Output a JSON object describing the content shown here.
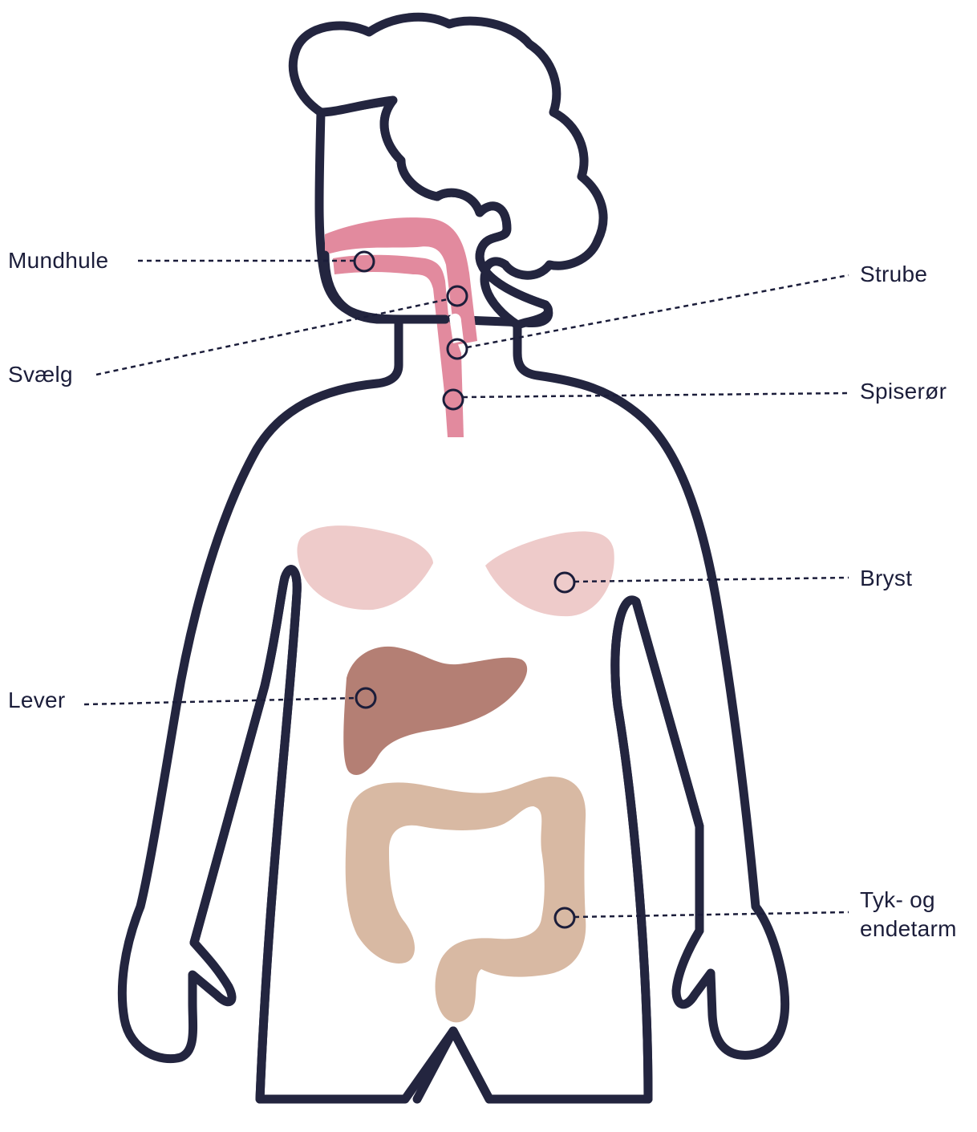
{
  "labels": {
    "mouth": "Mundhule",
    "pharynx": "Svælg",
    "larynx": "Strube",
    "esophagus": "Spiserør",
    "breast": "Bryst",
    "liver": "Lever",
    "colon_line1": "Tyk- og",
    "colon_line2": "endetarm"
  },
  "colors": {
    "outline": "#23253f",
    "throat": "#e28a9e",
    "breast": "#eecbca",
    "liver": "#b47f74",
    "colon": "#d8b9a3",
    "text": "#1b1d3a"
  }
}
